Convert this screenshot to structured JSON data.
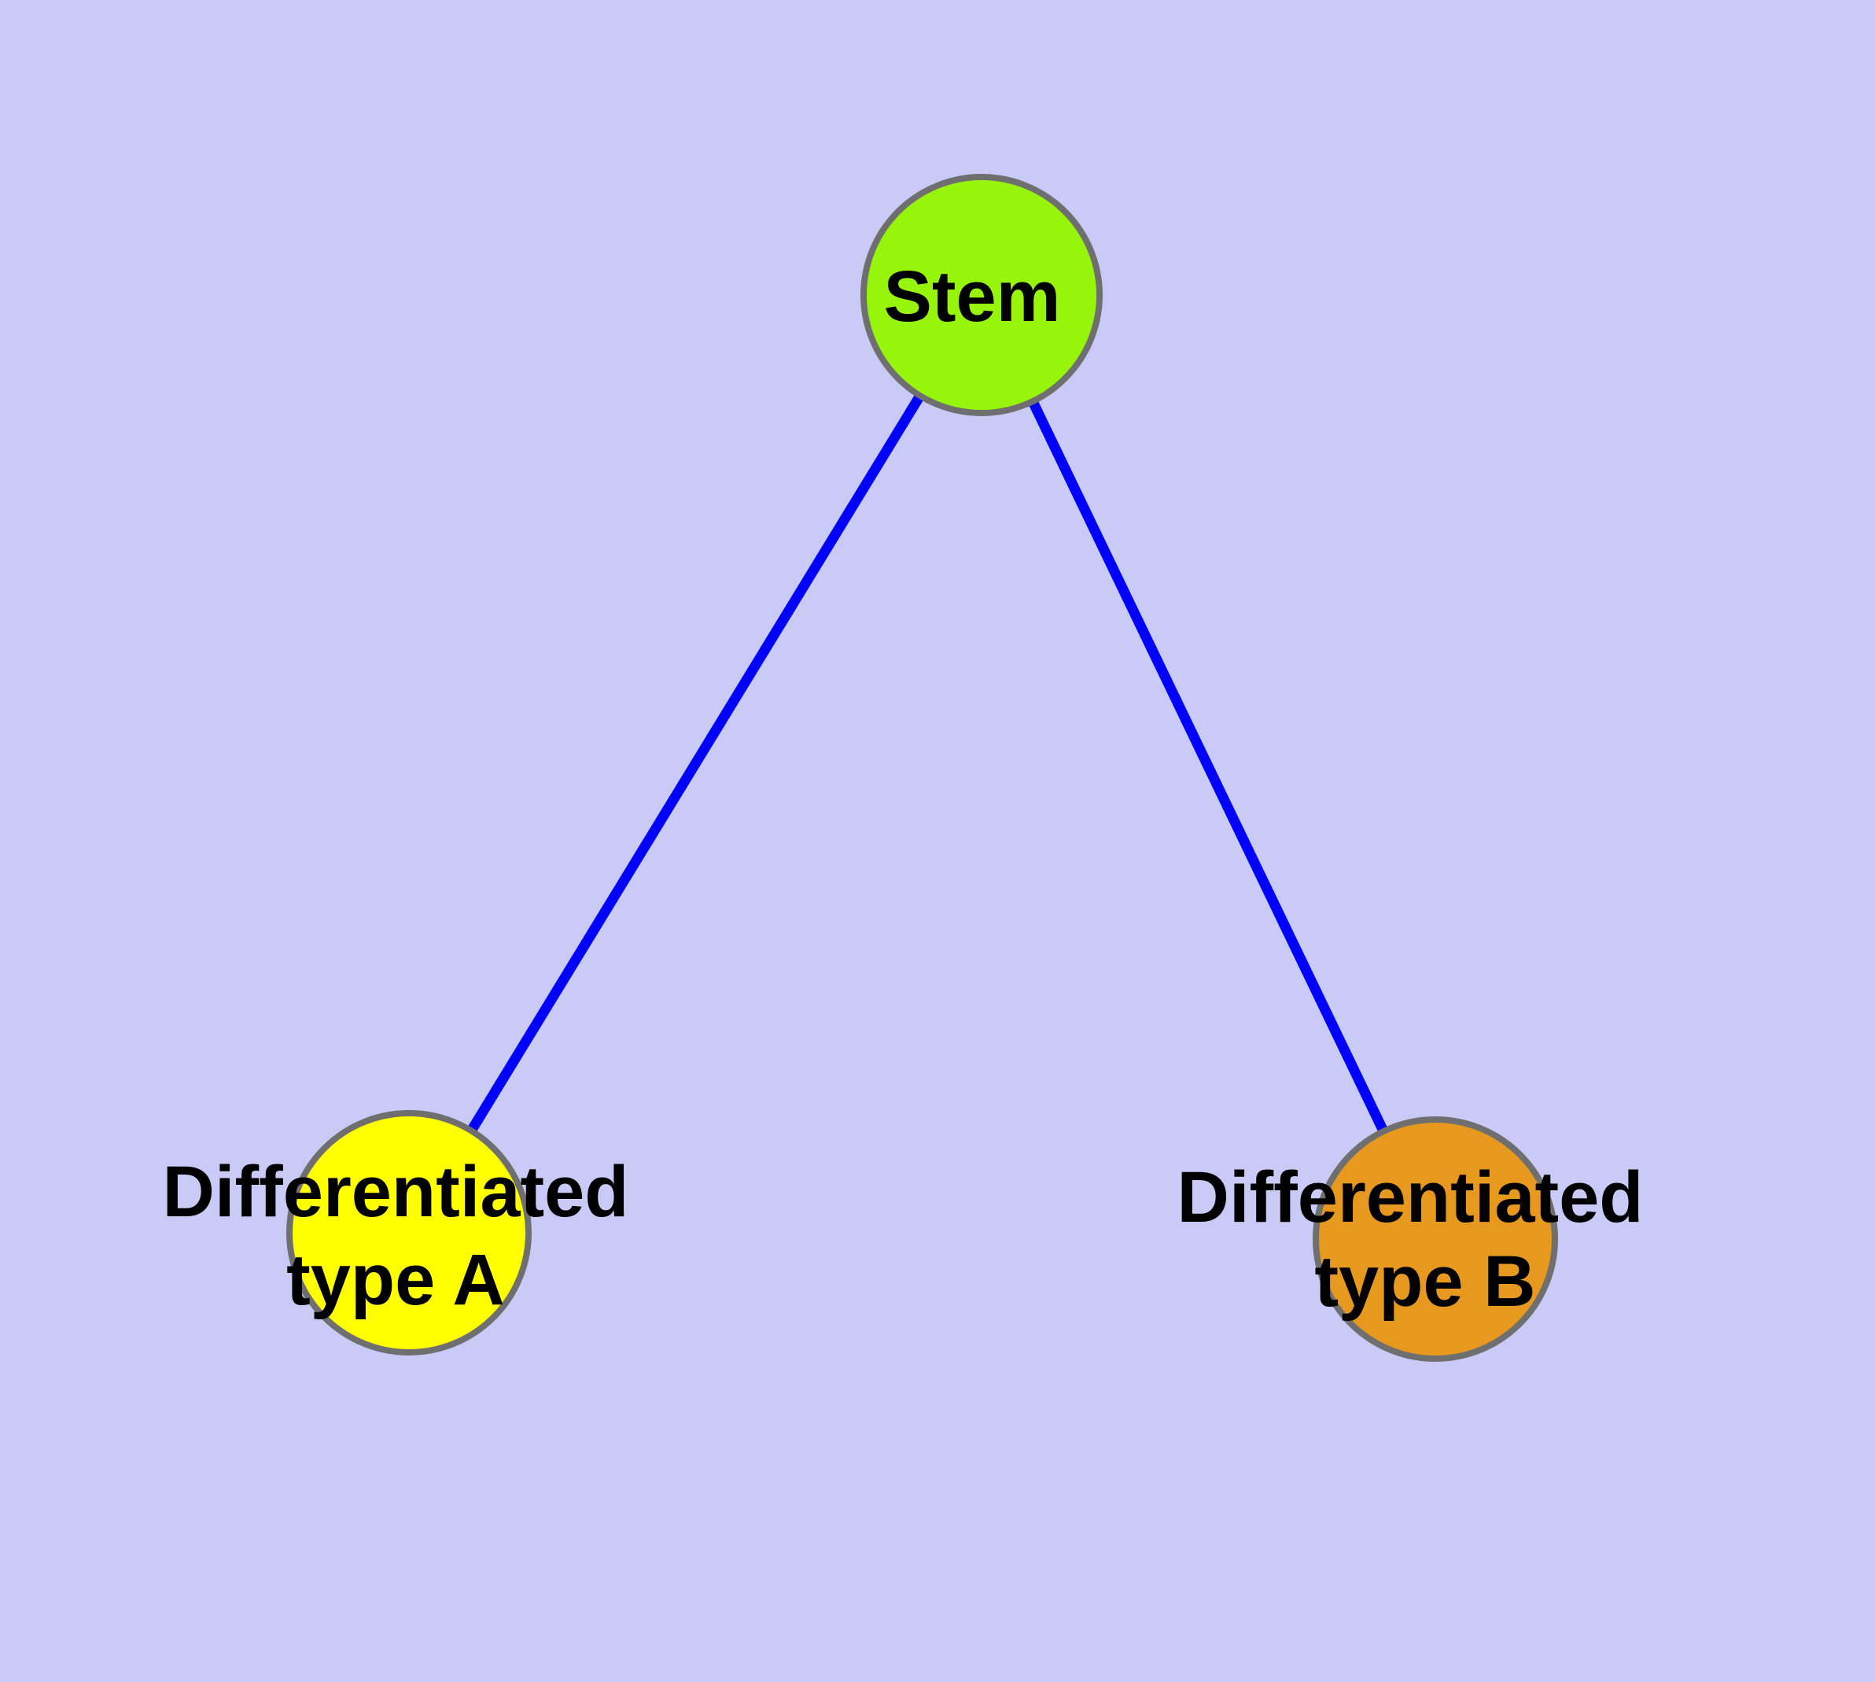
{
  "figure": {
    "background_color": "#CACAF7",
    "edge_color": "#0000FF",
    "node_border_color": "#6F6F6F",
    "label_color": "#000000"
  },
  "graph": {
    "type": "node-link-diagram",
    "description": "Stem cell differentiation graph: one stem node connected to two differentiated cell type nodes",
    "nodes": [
      {
        "id": "stem",
        "label": "Stem",
        "color": "#96F50A"
      },
      {
        "id": "differentiated-type-a",
        "label_line1": "Differentiated",
        "label_line2": "type A",
        "color": "#FFFF00"
      },
      {
        "id": "differentiated-type-b",
        "label_line1": "Differentiated",
        "label_line2": "type B",
        "color": "#E6991E"
      }
    ],
    "edges": [
      {
        "source": "Stem",
        "target": "Differentiated type A"
      },
      {
        "source": "Stem",
        "target": "Differentiated type B"
      }
    ]
  }
}
